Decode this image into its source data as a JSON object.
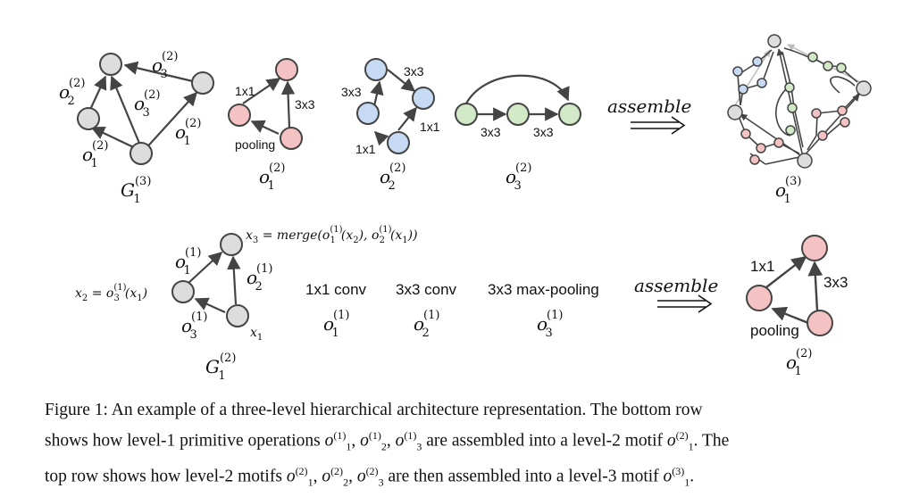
{
  "caption": {
    "prefix": "Figure 1:",
    "line1": "An example of a three-level hierarchical architecture representation.  The bottom row",
    "line2_a": "shows how level-1 primitive operations",
    "line2_b": "are assembled into a level-2 motif",
    "line2_c": ". The",
    "line3_a": "top row shows how level-2 motifs",
    "line3_b": "are then assembled into a level-3 motif",
    "line3_c": "."
  },
  "top_row": {
    "graph_label": "G",
    "graph_label_sup": "(3)",
    "graph_label_sub": "1",
    "edge_labels": [
      "o",
      "o",
      "o",
      "o"
    ],
    "motifs": [
      {
        "name": "o",
        "sup": "(2)",
        "sub": "1",
        "edges": [
          "1x1",
          "3x3",
          "pooling"
        ]
      },
      {
        "name": "o",
        "sup": "(2)",
        "sub": "2",
        "edges": [
          "3x3",
          "3x3",
          "1x1",
          "1x1"
        ]
      },
      {
        "name": "o",
        "sup": "(2)",
        "sub": "3",
        "edges": [
          "3x3",
          "3x3"
        ]
      }
    ],
    "assemble_word": "assemble",
    "result": {
      "name": "o",
      "sup": "(3)",
      "sub": "1"
    }
  },
  "bottom_row": {
    "graph_label": "G",
    "graph_label_sup": "(2)",
    "graph_label_sub": "1",
    "x3_label": "x",
    "x3_eq": "= merge(o",
    "x2_label": "x",
    "x1_label": "x",
    "primitives": [
      {
        "label": "1x1 conv",
        "sub": "1"
      },
      {
        "label": "3x3 conv",
        "sub": "2"
      },
      {
        "label": "3x3 max-pooling",
        "sub": "3"
      }
    ],
    "assemble_word": "assemble",
    "result": {
      "name": "o",
      "sup": "(2)",
      "sub": "1",
      "edges": [
        "1x1",
        "3x3",
        "pooling"
      ]
    }
  },
  "colors": {
    "gray": "#dddddd",
    "red": "#f4c2c2",
    "blue": "#c6dbf3",
    "green": "#d2e9c8",
    "stroke": "#444444"
  }
}
